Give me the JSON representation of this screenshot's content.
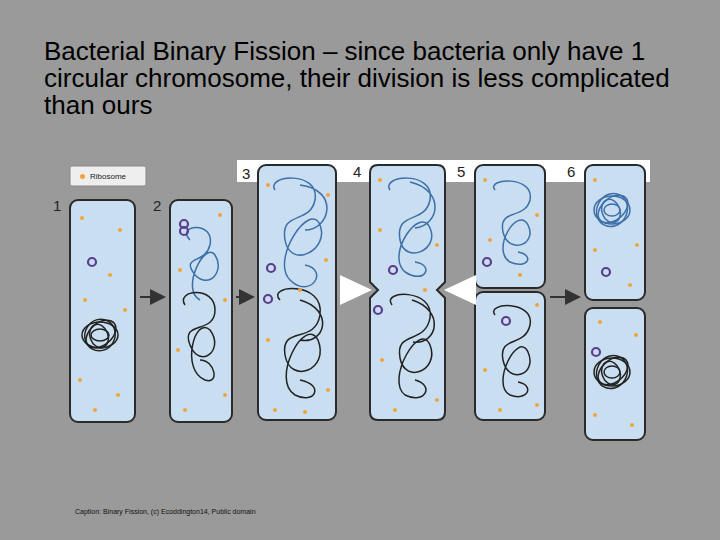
{
  "diagram": {
    "title": "Bacterial Binary Fission – since bacteria only have 1 circular chromosome, their division is less complicated than ours",
    "caption": "Caption: Binary Fission, (c) Ecoddington14, Public domain",
    "labels": [
      "1",
      "2",
      "3",
      "4",
      "5",
      "6"
    ],
    "legend": [
      {
        "text": "Ribosome",
        "color": "#f2a23a"
      }
    ]
  }
}
